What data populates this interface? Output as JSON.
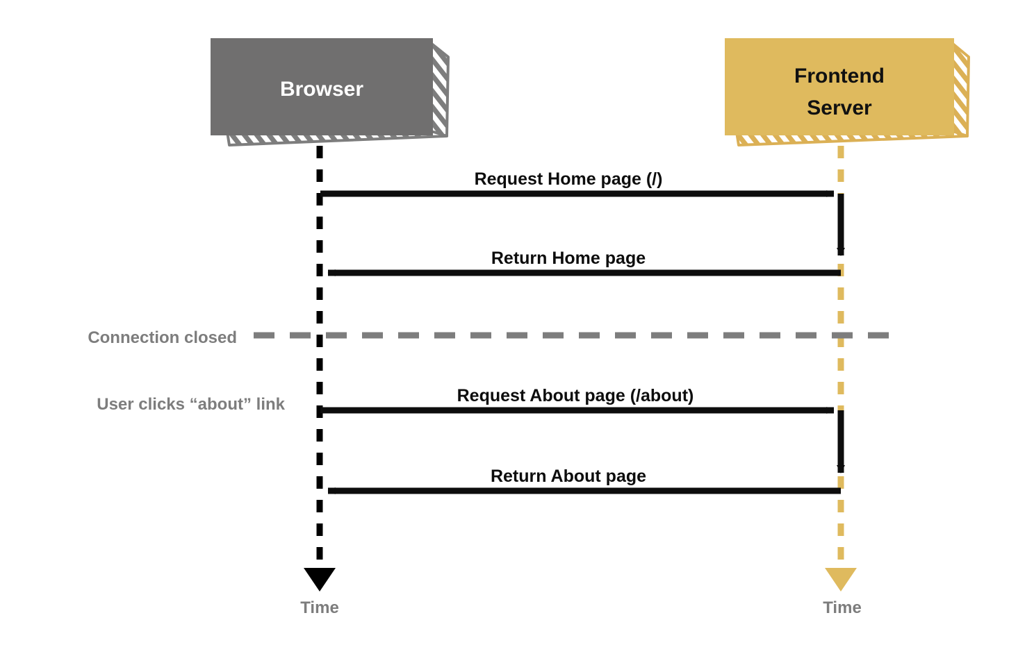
{
  "diagram": {
    "type": "sequence-diagram",
    "title": "",
    "background_color": "#ffffff",
    "colors": {
      "browser_box": "#706F6F",
      "browser_box_text": "#ffffff",
      "server_box": "#DFBA5E",
      "server_box_text": "#111111",
      "arrow": "#0d0d0d",
      "browser_lifeline": "#000000",
      "server_lifeline": "#DFBA5E",
      "note_text": "#7d7d7d",
      "separator": "#7d7d7d"
    },
    "participants": [
      {
        "id": "browser",
        "label": "Browser",
        "label_lines": [
          "Browser"
        ],
        "lifeline_color": "#000000",
        "time_label": "Time"
      },
      {
        "id": "frontend-server",
        "label": "Frontend Server",
        "label_lines": [
          "Frontend",
          "Server"
        ],
        "lifeline_color": "#DFBA5E",
        "time_label": "Time"
      }
    ],
    "messages": [
      {
        "index": 0,
        "label": "Request Home page (/)",
        "from": "browser",
        "to": "frontend-server",
        "direction": "right"
      },
      {
        "index": 1,
        "label": "Return Home page",
        "from": "frontend-server",
        "to": "browser",
        "direction": "left"
      },
      {
        "index": 2,
        "label": "Request About page (/about)",
        "from": "browser",
        "to": "frontend-server",
        "direction": "right"
      },
      {
        "index": 3,
        "label": "Return About page",
        "from": "frontend-server",
        "to": "browser",
        "direction": "left"
      }
    ],
    "notes": [
      {
        "id": "connection-closed",
        "label": "Connection closed",
        "has_separator_line": true
      },
      {
        "id": "user-clicks-about",
        "label": "User clicks “about” link",
        "has_separator_line": false
      }
    ]
  }
}
